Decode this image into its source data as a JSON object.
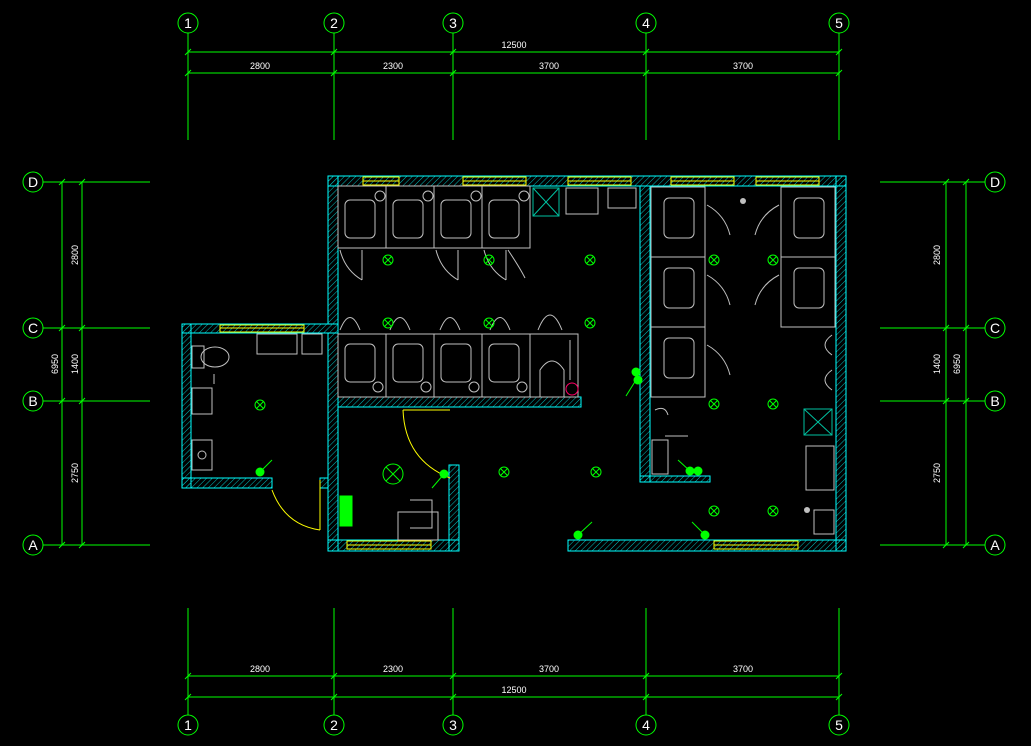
{
  "grid": {
    "columns": [
      "1",
      "2",
      "3",
      "4",
      "5"
    ],
    "rows": [
      "D",
      "C",
      "B",
      "A"
    ]
  },
  "dimensions": {
    "top_total": "12500",
    "top_segments": [
      "2800",
      "2300",
      "3700",
      "3700"
    ],
    "bottom_total": "12500",
    "bottom_segments": [
      "2800",
      "2300",
      "3700",
      "3700"
    ],
    "left_total": "6950",
    "left_segments": [
      "2800",
      "1400",
      "2750"
    ],
    "right_total": "6950",
    "right_segments": [
      "2800",
      "1400",
      "2750"
    ]
  },
  "colors": {
    "grid_line": "#00ff00",
    "wall": "#00ffff",
    "window": "#ffff00",
    "fixture": "#c0c0c0",
    "light": "#00ff00",
    "door_swing": "#ffff00",
    "highlight": "#ff0066"
  }
}
